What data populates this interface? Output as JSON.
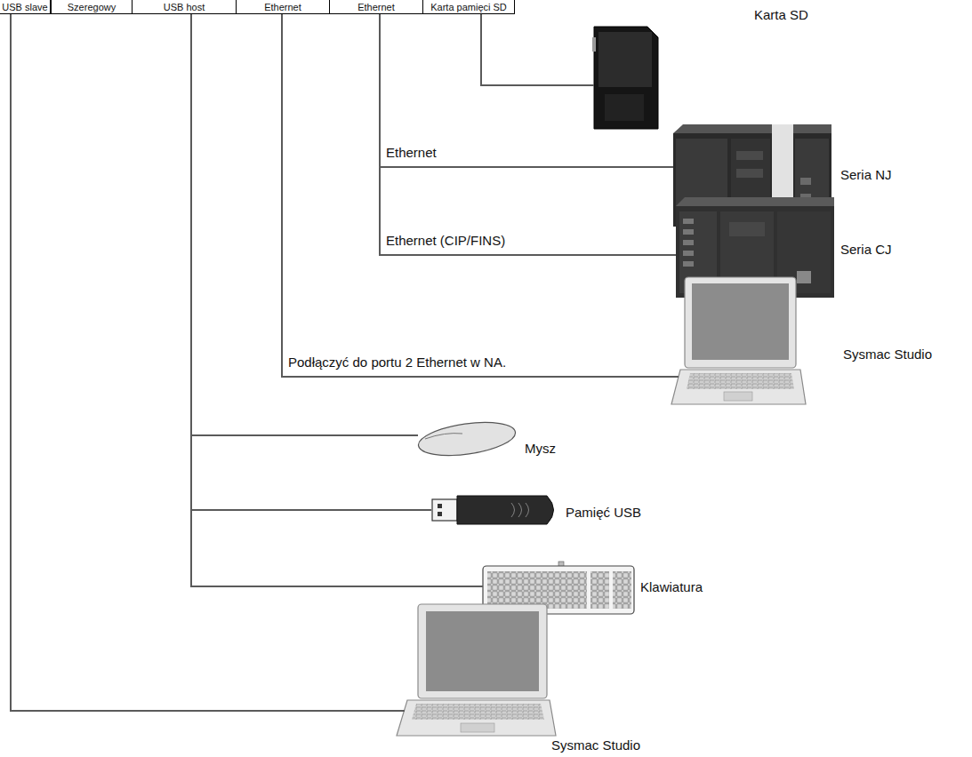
{
  "diagram": {
    "nodes": [
      {
        "text": [
          "USB slave"
        ]
      },
      {
        "text": [
          "Szeregowy"
        ]
      },
      {
        "text": [
          "USB host"
        ]
      },
      {
        "text": [
          "Ethernet"
        ]
      },
      {
        "text": [
          "Ethernet"
        ]
      },
      {
        "text": [
          "Karta pamięci SD"
        ]
      },
      {
        "text": [
          "Karta SD"
        ]
      },
      {
        "text": [
          "Seria NJ"
        ]
      },
      {
        "text": [
          "Seria CJ"
        ]
      },
      {
        "text": [
          "Sysmac Studio"
        ]
      },
      {
        "text": [
          "Mysz"
        ]
      },
      {
        "text": [
          "Pamięć USB"
        ]
      },
      {
        "text": [
          "Klawiatura"
        ]
      },
      {
        "text": [
          "Sysmac Studio"
        ]
      }
    ],
    "edges": [
      {
        "from": 5,
        "to": 6,
        "arrow": "none"
      },
      {
        "from": 4,
        "to": 7,
        "arrow": "none",
        "label": "Ethernet"
      },
      {
        "from": 4,
        "to": 8,
        "arrow": "none",
        "label": "Ethernet (CIP/FINS)"
      },
      {
        "from": 3,
        "to": 9,
        "arrow": "none",
        "label": "Podłączyć do portu 2 Ethernet w NA."
      },
      {
        "from": 2,
        "to": 10,
        "arrow": "none"
      },
      {
        "from": 2,
        "to": 11,
        "arrow": "none"
      },
      {
        "from": 2,
        "to": 12,
        "arrow": "none"
      },
      {
        "from": 0,
        "to": 13,
        "arrow": "none"
      }
    ]
  }
}
